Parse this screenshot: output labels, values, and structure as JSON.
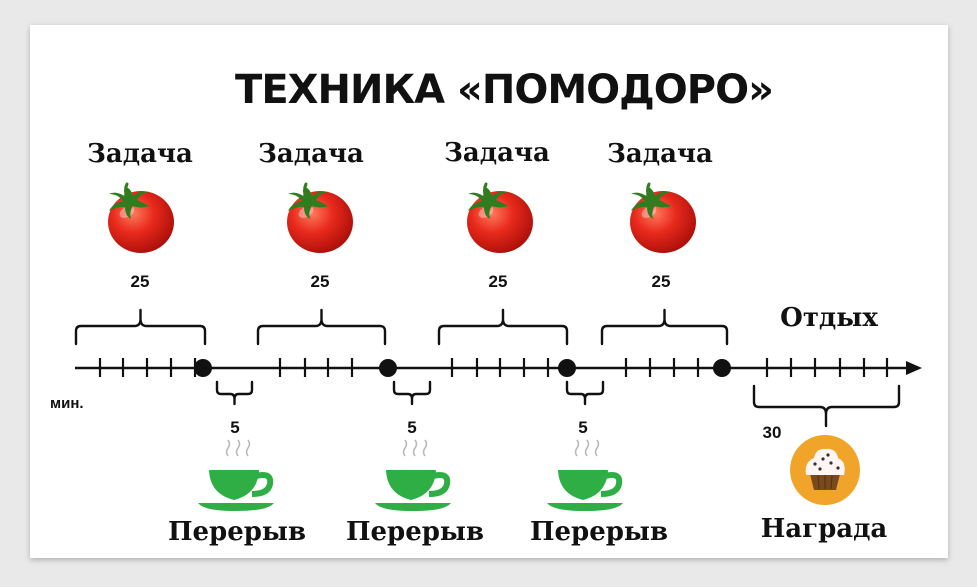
{
  "title": "ТЕХНИКА «ПОМОДОРО»",
  "unit_label": "мин.",
  "work": {
    "label": "Задача",
    "minutes": "25",
    "icon": "tomato-icon"
  },
  "short_break": {
    "label": "Перерыв",
    "minutes": "5",
    "icon": "coffee-cup-icon"
  },
  "long_break": {
    "label": "Отдых",
    "minutes": "30",
    "reward_label": "Награда",
    "icon": "cupcake-icon"
  },
  "colors": {
    "tomato": "#e01b14",
    "cup": "#2fae46",
    "reward_circle": "#f0a52a",
    "line": "#111111"
  }
}
